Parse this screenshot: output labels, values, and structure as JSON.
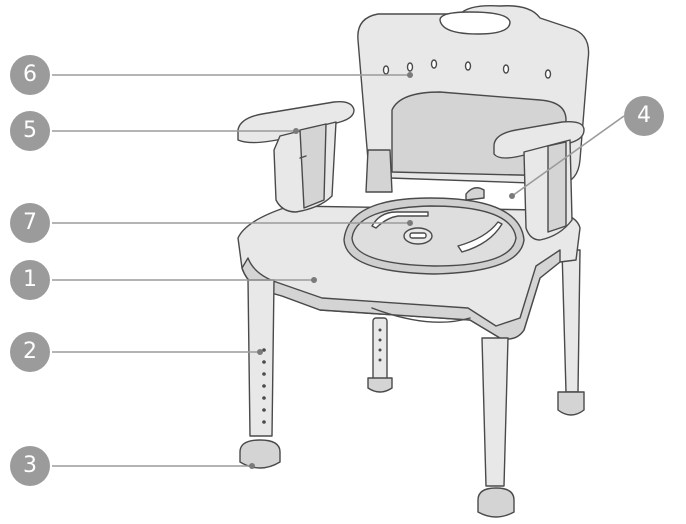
{
  "figure": {
    "subject": "commode-shower-chair",
    "colors": {
      "badge": "#9b9b9b",
      "leader": "#9b9b9b",
      "leader_dot": "#7a7a7a",
      "outline": "#4a4a4a",
      "chair_fill": "#e8e8e8",
      "chair_shade": "#d4d4d4",
      "pan_fill": "#dedede"
    }
  },
  "callouts": [
    {
      "id": "c6",
      "number": "6",
      "part": "backrest"
    },
    {
      "id": "c5",
      "number": "5",
      "part": "armrest-left"
    },
    {
      "id": "c4",
      "number": "4",
      "part": "armrest-right"
    },
    {
      "id": "c7",
      "number": "7",
      "part": "commode-lid"
    },
    {
      "id": "c1",
      "number": "1",
      "part": "seat"
    },
    {
      "id": "c2",
      "number": "2",
      "part": "leg-height-adjustment-holes"
    },
    {
      "id": "c3",
      "number": "3",
      "part": "rubber-foot-tip"
    }
  ]
}
